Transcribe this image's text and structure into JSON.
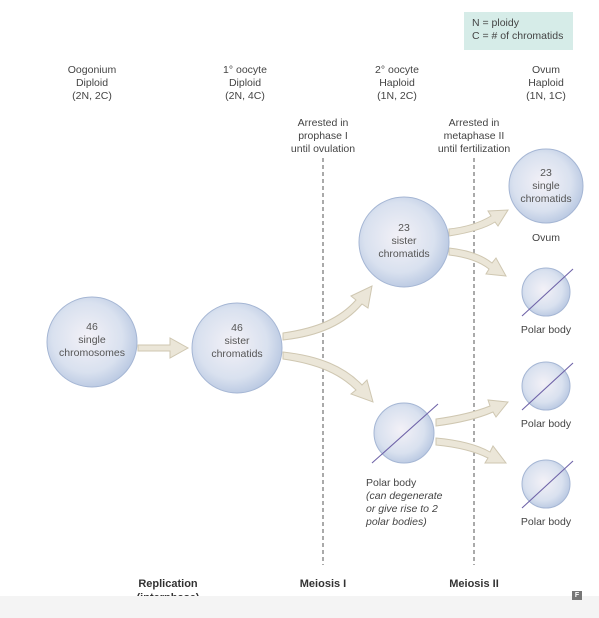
{
  "legend": {
    "line1": "N = ploidy",
    "line2": "C = # of chromatids"
  },
  "columns": [
    {
      "name": "Oogonium",
      "ploidy": "Diploid",
      "formula": "(2N, 2C)"
    },
    {
      "name": "1° oocyte",
      "ploidy": "Diploid",
      "formula": "(2N, 4C)"
    },
    {
      "name": "2° oocyte",
      "ploidy": "Haploid",
      "formula": "(1N, 2C)"
    },
    {
      "name": "Ovum",
      "ploidy": "Haploid",
      "formula": "(1N, 1C)"
    }
  ],
  "arrests": [
    {
      "line1": "Arrested in",
      "line2": "prophase I",
      "line3": "until ovulation"
    },
    {
      "line1": "Arrested in",
      "line2": "metaphase II",
      "line3": "until fertilization"
    }
  ],
  "cells": {
    "oogonium": {
      "line1": "46",
      "line2": "single",
      "line3": "chromosomes"
    },
    "primary": {
      "line1": "46",
      "line2": "sister",
      "line3": "chromatids"
    },
    "secondary": {
      "line1": "23",
      "line2": "sister",
      "line3": "chromatids"
    },
    "ovum": {
      "line1": "23",
      "line2": "single",
      "line3": "chromatids"
    }
  },
  "labels": {
    "ovum": "Ovum",
    "polar_body": "Polar body",
    "polar_note_title": "Polar body",
    "polar_note_1": "(can degenerate",
    "polar_note_2": "or give rise to 2",
    "polar_note_3": "polar bodies)"
  },
  "stages": {
    "replication_1": "Replication",
    "replication_2": "(interphase)",
    "meiosis1": "Meiosis I",
    "meiosis2": "Meiosis II"
  },
  "colors": {
    "cell_fill_center": "#f1eff6",
    "cell_fill_edge": "#b9c8e2",
    "cell_stroke": "#9fb2d3",
    "arrow_fill": "#ebe6d8",
    "arrow_stroke": "#c7bfa8",
    "strike": "#6f63a8",
    "legend_bg": "#d6ece8"
  }
}
